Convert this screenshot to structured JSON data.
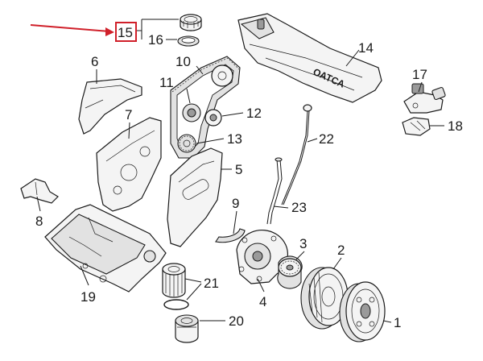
{
  "diagram": {
    "highlight_color": "#d0202a",
    "parts": [
      {
        "id": "1",
        "label": "1"
      },
      {
        "id": "2",
        "label": "2"
      },
      {
        "id": "3",
        "label": "3"
      },
      {
        "id": "4",
        "label": "4"
      },
      {
        "id": "5",
        "label": "5"
      },
      {
        "id": "6",
        "label": "6"
      },
      {
        "id": "7",
        "label": "7"
      },
      {
        "id": "8",
        "label": "8"
      },
      {
        "id": "9",
        "label": "9"
      },
      {
        "id": "10",
        "label": "10"
      },
      {
        "id": "11",
        "label": "11"
      },
      {
        "id": "12",
        "label": "12"
      },
      {
        "id": "13",
        "label": "13"
      },
      {
        "id": "14",
        "label": "14"
      },
      {
        "id": "15",
        "label": "15"
      },
      {
        "id": "16",
        "label": "16"
      },
      {
        "id": "17",
        "label": "17"
      },
      {
        "id": "18",
        "label": "18"
      },
      {
        "id": "19",
        "label": "19"
      },
      {
        "id": "20",
        "label": "20"
      },
      {
        "id": "21",
        "label": "21"
      },
      {
        "id": "22",
        "label": "22"
      },
      {
        "id": "23",
        "label": "23"
      }
    ],
    "cover_lettering": "ОАТСА"
  }
}
